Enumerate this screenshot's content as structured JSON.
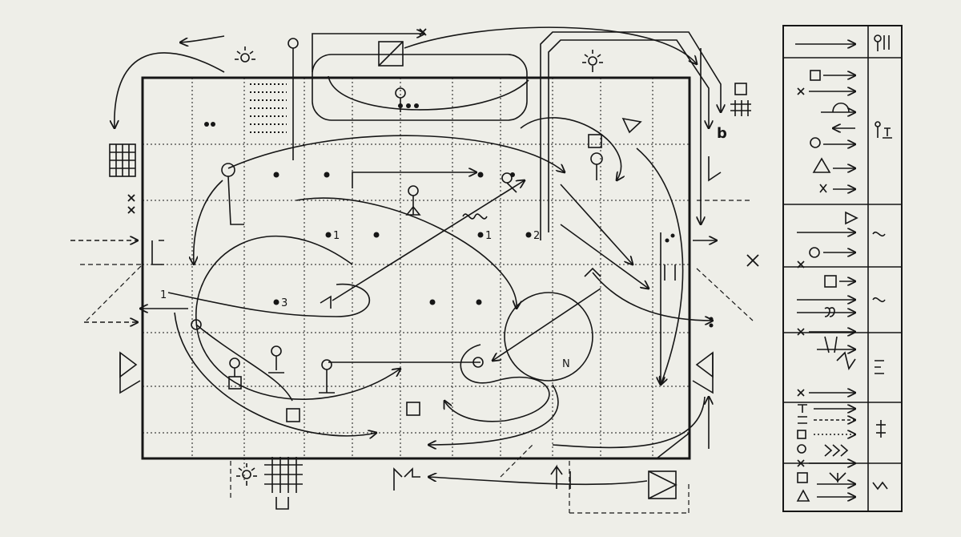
{
  "colors": {
    "paper": "#eeeee8",
    "ink": "#161616"
  },
  "field_labels": {
    "num_1a": "1",
    "num_1b": "1",
    "num_2": "2",
    "num_3": "3",
    "num_1c": "1",
    "north": "N",
    "mark_x": "X"
  },
  "legend": {
    "rows": [
      {
        "glyph": "arrow-icon",
        "symbol": "pin-icon"
      },
      {
        "glyph": "x-square-arrow-icon",
        "symbol": ""
      },
      {
        "glyph": "loop-arrow-icon",
        "symbol": "anchor-icon"
      },
      {
        "glyph": "triangle-arrow-icon",
        "symbol": ""
      },
      {
        "glyph": "triangle-arrow-icon",
        "symbol": "wave-icon"
      },
      {
        "glyph": "x-circle-arrow-icon",
        "symbol": ""
      },
      {
        "glyph": "square-arrow-icon",
        "symbol": "wave-icon"
      },
      {
        "glyph": "coil-arrow-icon",
        "symbol": ""
      },
      {
        "glyph": "x-bracket-arrow-icon",
        "symbol": "squiggle-icon"
      },
      {
        "glyph": "squiggle-arrow-icon",
        "symbol": ""
      },
      {
        "glyph": "dashed-arrow-icon",
        "symbol": "cross-tick-icon"
      },
      {
        "glyph": "chevron-arrow-icon",
        "symbol": ""
      },
      {
        "glyph": "square-arrow-icon",
        "symbol": "zigzag-icon"
      }
    ]
  }
}
